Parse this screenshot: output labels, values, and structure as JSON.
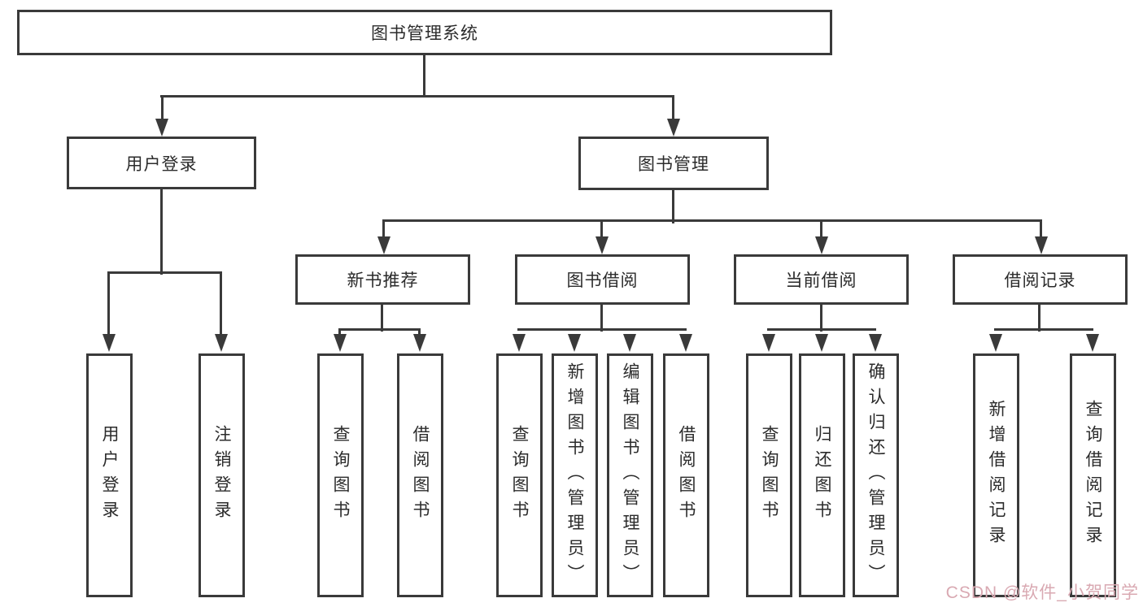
{
  "diagram": {
    "root": {
      "label": "图书管理系统"
    },
    "branches": [
      {
        "label": "用户登录",
        "children": [
          {
            "label": "用户登录"
          },
          {
            "label": "注销登录"
          }
        ]
      },
      {
        "label": "图书管理",
        "groups": [
          {
            "label": "新书推荐",
            "children": [
              {
                "label": "查询图书"
              },
              {
                "label": "借阅图书"
              }
            ]
          },
          {
            "label": "图书借阅",
            "children": [
              {
                "label": "查询图书"
              },
              {
                "label": "新增图书（管理员）"
              },
              {
                "label": "编辑图书（管理员）"
              },
              {
                "label": "借阅图书"
              }
            ]
          },
          {
            "label": "当前借阅",
            "children": [
              {
                "label": "查询图书"
              },
              {
                "label": "归还图书"
              },
              {
                "label": "确认归还（管理员）"
              }
            ]
          },
          {
            "label": "借阅记录",
            "children": [
              {
                "label": "新增借阅记录"
              },
              {
                "label": "查询借阅记录"
              }
            ]
          }
        ]
      }
    ]
  },
  "watermark": {
    "text": "CSDN @软件_小贺同学"
  },
  "colors": {
    "line": "#3a3a3a",
    "text": "#2b2b2b",
    "watermark": "#d9a9b2"
  }
}
